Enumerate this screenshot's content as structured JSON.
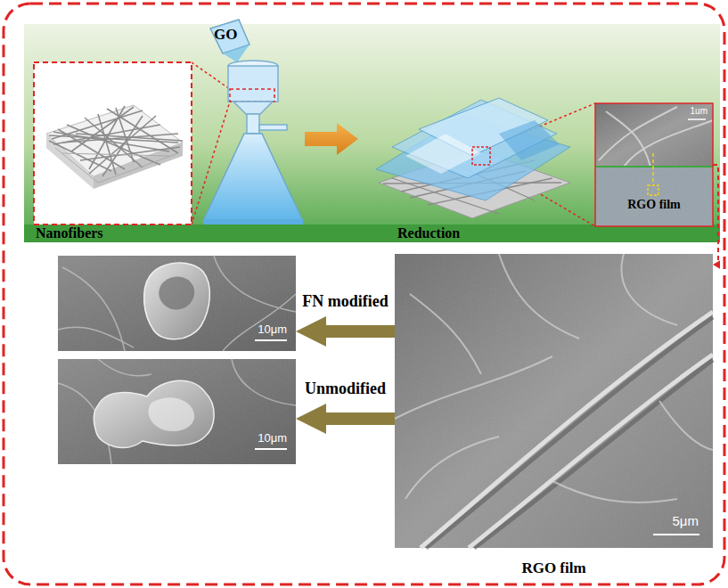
{
  "diagram": {
    "nodes": [
      {
        "text": [
          "1um",
          "RGO film"
        ]
      },
      {
        "text": [
          "5μm",
          "RGO film"
        ]
      },
      {
        "text": [
          "10μm"
        ]
      },
      {
        "text": [
          "10μm"
        ]
      }
    ],
    "edges": [
      {
        "from": 0,
        "to": 1,
        "arrow": "to"
      },
      {
        "from": 1,
        "to": 2,
        "label": "FN modified",
        "arrow": "to"
      },
      {
        "from": 1,
        "to": 3,
        "label": "Unmodified",
        "arrow": "to"
      }
    ],
    "labels": [
      "GO",
      "Nanofibers",
      "Reduction"
    ]
  }
}
